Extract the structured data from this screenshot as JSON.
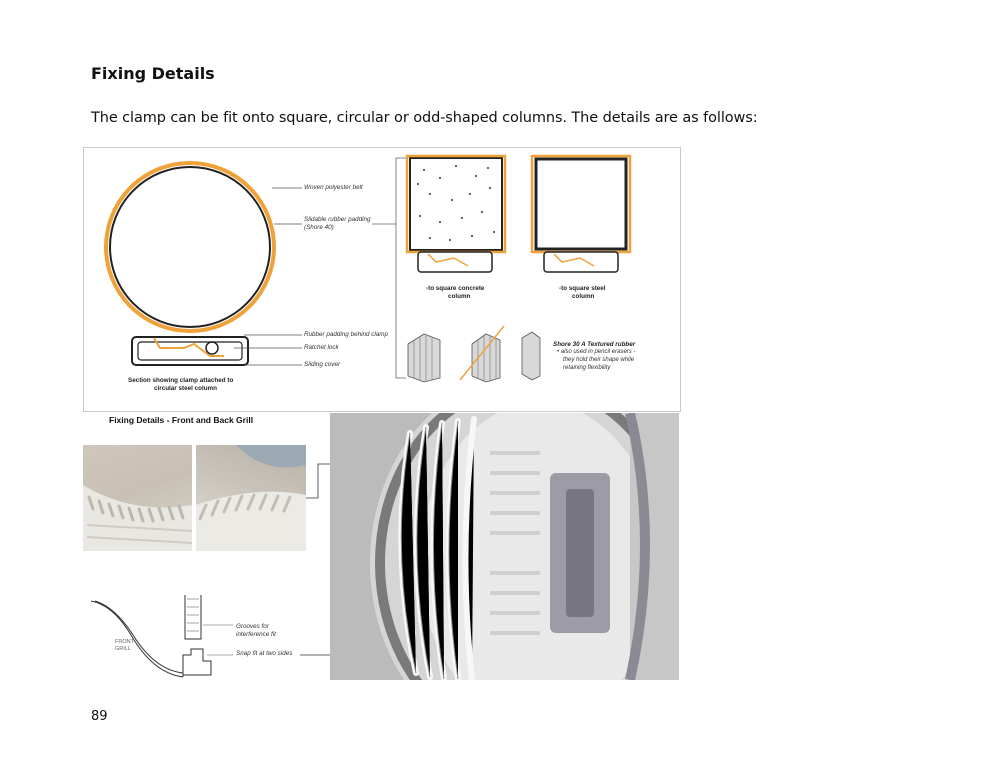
{
  "page": {
    "title": "Fixing Details",
    "intro": "The clamp can be fit onto square, circular or odd-shaped columns. The details are as follows:",
    "page_number": "89"
  },
  "clamp_diagram": {
    "labels": {
      "belt": "Woven polyester belt",
      "padding_line1": "Slidable rubber padding",
      "padding_line2": "(Shore 40)",
      "rubber_behind": "Rubber padding behind clamp",
      "ratchet": "Ratchet lock",
      "sliding_cover": "Sliding cover"
    },
    "section_caption_line1": "Section showing clamp attached to",
    "section_caption_line2": "circular steel column",
    "concrete_caption_line1": "-to square concrete",
    "concrete_caption_line2": "column",
    "steel_caption_line1": "-to square steel",
    "steel_caption_line2": "column",
    "rubber_title": "Shore 30 A Textured rubber",
    "rubber_note_line1": "• also used in pencil erasers -",
    "rubber_note_line2": "they hold their shape while",
    "rubber_note_line3": "retaining flexibility"
  },
  "grill": {
    "title": "Fixing Details - Front and Back Grill",
    "front_label_line1": "FRONT",
    "front_label_line2": "GRILL",
    "grooves_line1": "Grooves for",
    "grooves_line2": "interference fit",
    "snap_fit": "Snap fit at two sides"
  },
  "colors": {
    "belt_orange": "#f0a23a",
    "line_dark": "#333333",
    "render_bg": "#b9b8b8"
  }
}
